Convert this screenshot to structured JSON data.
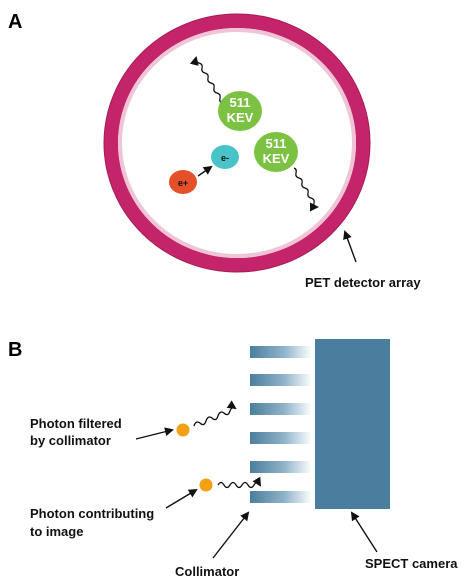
{
  "panel_a": {
    "label": "A",
    "ring_color": "#c4256a",
    "photon_top_label": [
      "511",
      "KEV"
    ],
    "photon_bottom_label": [
      "511",
      "KEV"
    ],
    "photon_color": "#7cc242",
    "positron_label": "e+",
    "positron_color": "#e5502a",
    "electron_label": "e-",
    "electron_color": "#48c4c8",
    "detector_label": "PET detector array"
  },
  "panel_b": {
    "label": "B",
    "camera_color": "#4b7e9e",
    "photon_color": "#f3a012",
    "filtered_label": [
      "Photon filtered",
      "by collimator"
    ],
    "contributing_label": [
      "Photon contributing",
      "to image"
    ],
    "collimator_label": "Collimator",
    "camera_label": "SPECT camera"
  }
}
